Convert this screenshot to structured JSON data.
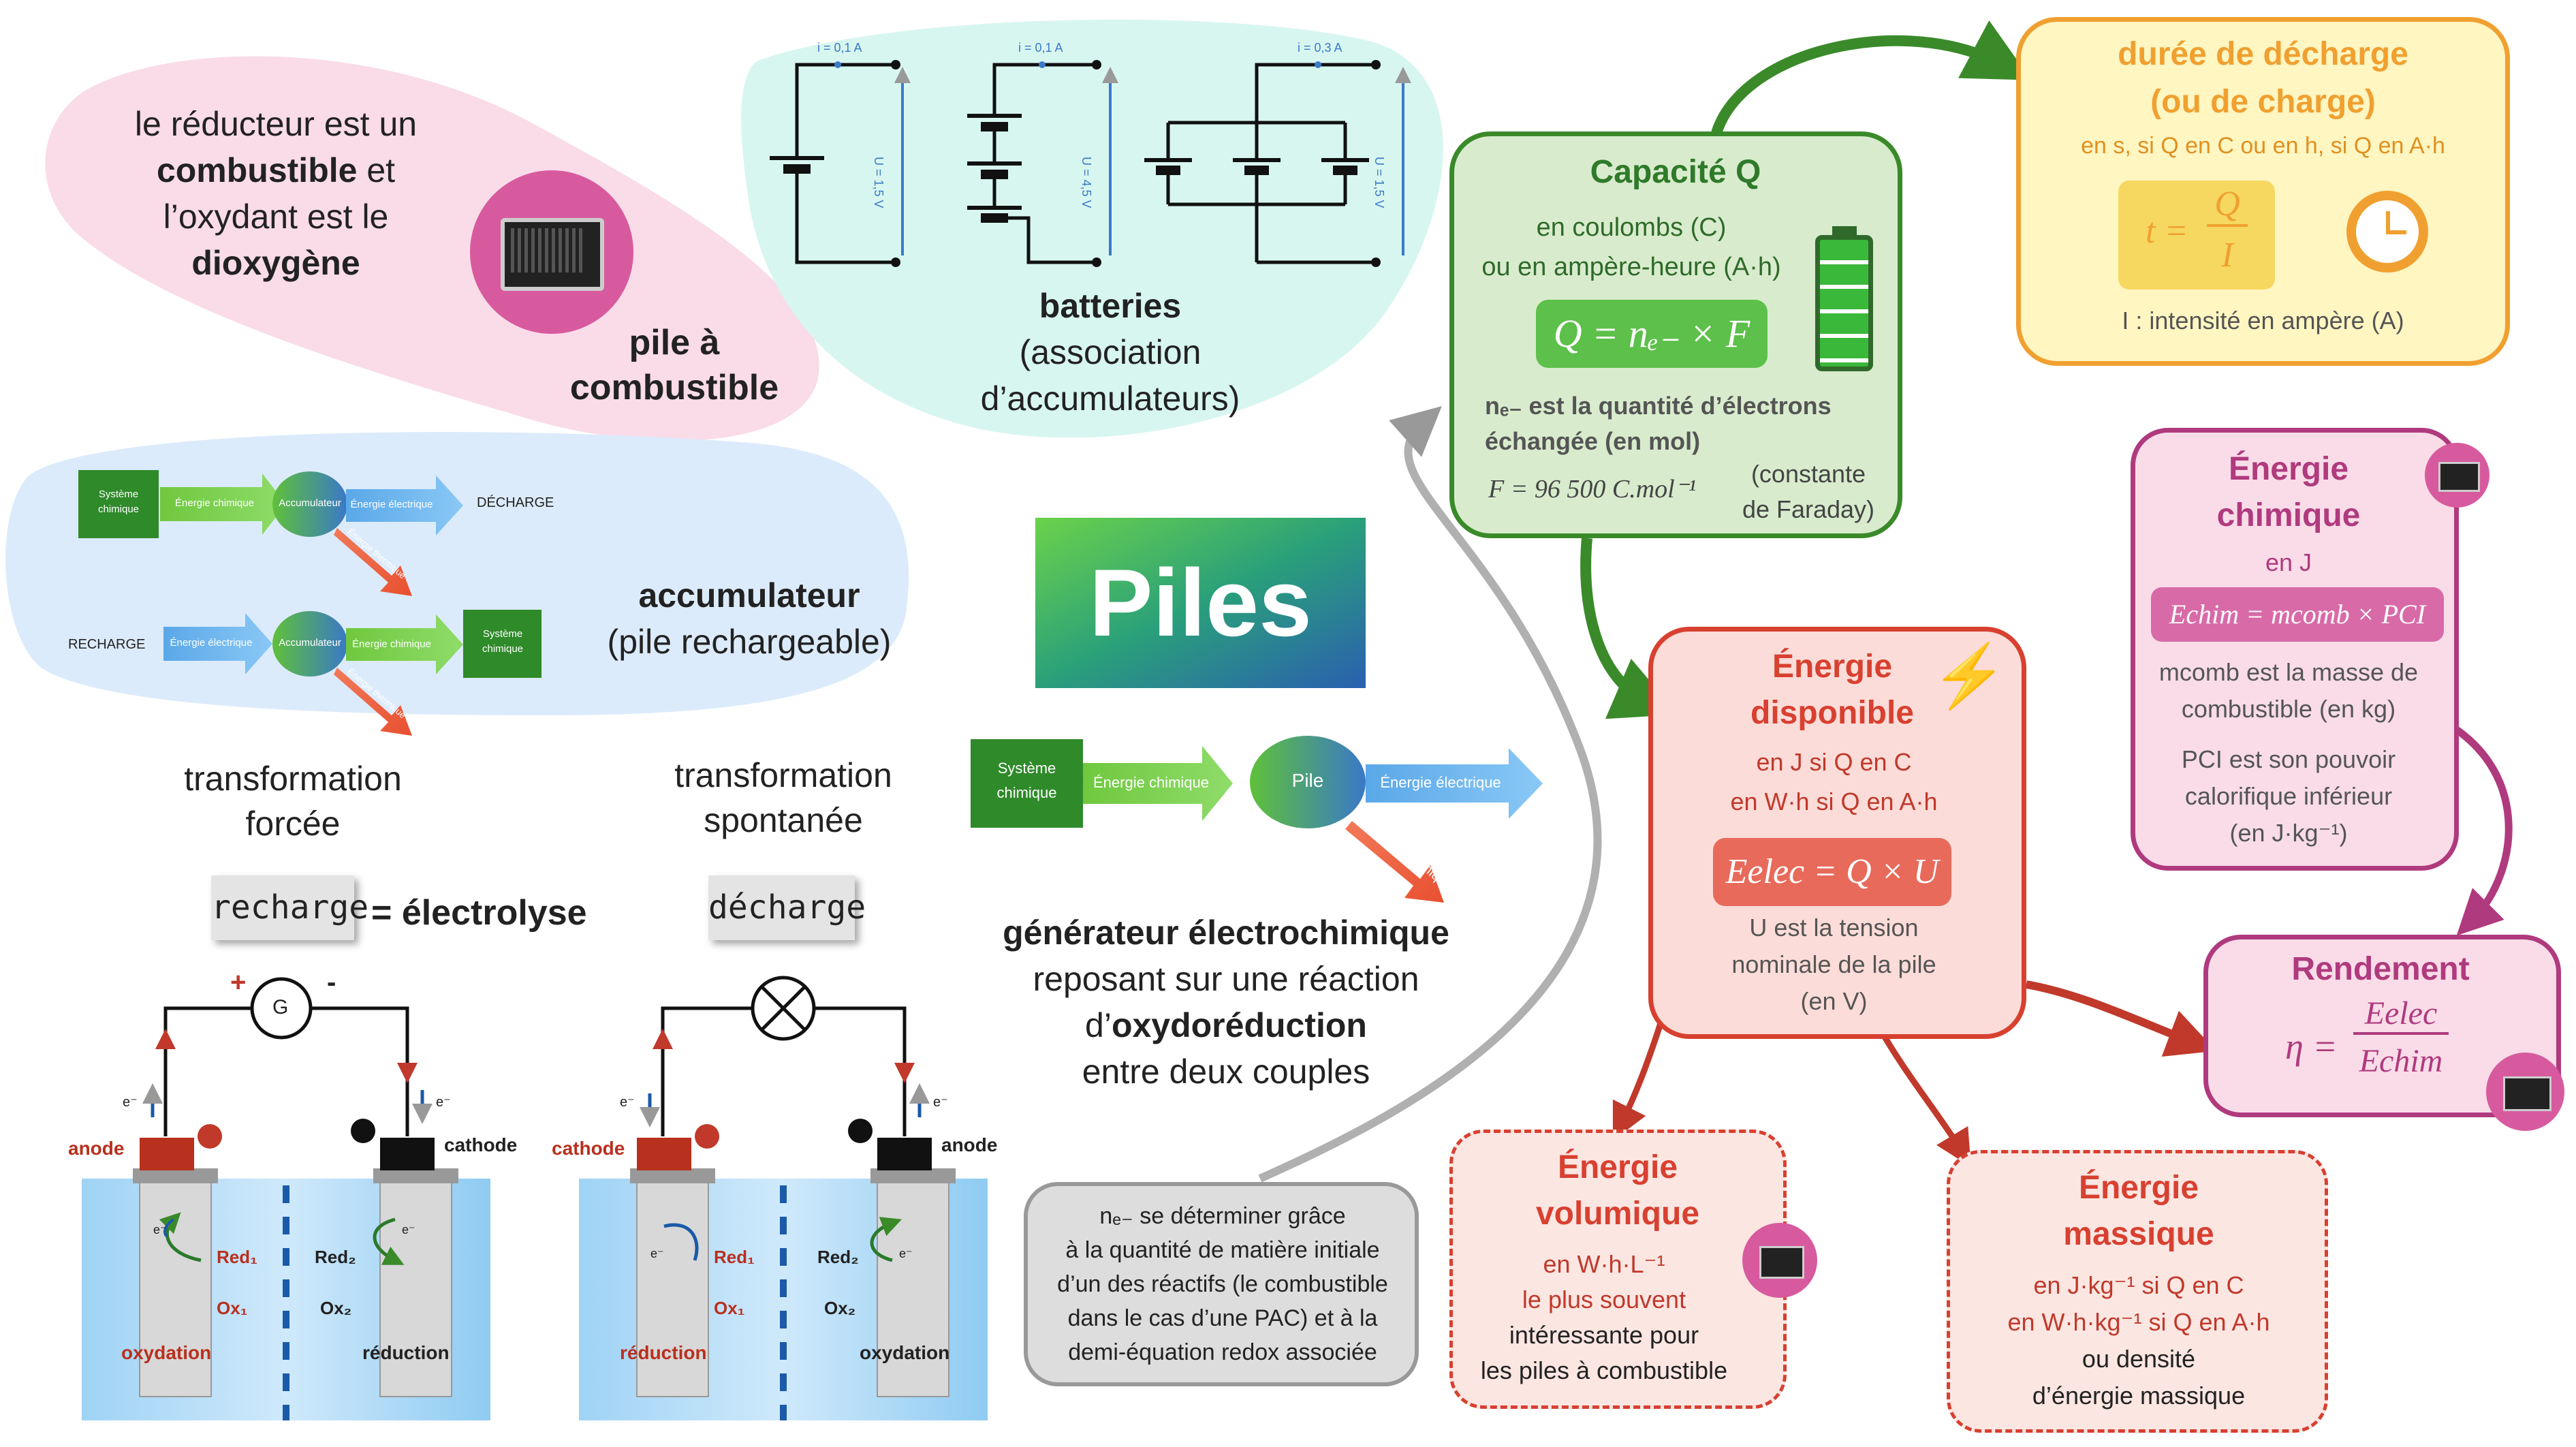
{
  "pile_combustible": {
    "text_pre": "le réducteur est un",
    "text_b1": "combustible",
    "text_mid": "et",
    "text_line3": "l’oxydant est le",
    "text_b2": "dioxygène",
    "title_l1": "pile à",
    "title_l2": "combustible"
  },
  "batteries": {
    "title": "batteries",
    "subtitle_l1": "(association",
    "subtitle_l2": "d’accumulateurs)",
    "circuit1": {
      "current": "i = 0,1 A",
      "voltage": "U = 1,5 V"
    },
    "circuit2": {
      "current": "i = 0,1 A",
      "voltage": "U = 4,5 V"
    },
    "circuit3": {
      "current": "i = 0,3 A",
      "voltage": "U = 1,5 V"
    }
  },
  "accumulateur": {
    "title": "accumulateur",
    "subtitle": "(pile rechargeable)",
    "decharge": {
      "box1": "Système chimique",
      "arrow1": "Énergie chimique",
      "node": "Accumulateur",
      "arrow2": "Énergie électrique",
      "arrow3": "Énergie thermique",
      "label": "DÉCHARGE"
    },
    "recharge": {
      "label": "RECHARGE",
      "arrow1": "Énergie électrique",
      "node": "Accumulateur",
      "arrow2": "Énergie chimique",
      "box2": "Système chimique",
      "arrow3": "Énergie thermique"
    }
  },
  "piles_banner": {
    "title": "Piles"
  },
  "generateur": {
    "box": "Système chimique",
    "arrow1": "Énergie chimique",
    "node": "Pile",
    "arrow2": "Énergie électrique",
    "arrow3": "Énergie thermique",
    "title": "générateur électrochimique",
    "line2": "reposant sur une réaction",
    "line3_pre": "d’",
    "line3_b": "oxydoréduction",
    "line4": "entre deux couples"
  },
  "transformation_forcee": {
    "l1": "transformation",
    "l2": "forcée",
    "tag": "recharge",
    "equals": "= électrolyse",
    "plus": "+",
    "minus": "-",
    "g": "G",
    "anode": "anode",
    "cathode": "cathode",
    "e1": "e⁻",
    "e2": "e⁻",
    "e3": "e⁻",
    "e4": "e⁻",
    "red1": "Red₁",
    "ox1": "Ox₁",
    "red2": "Red₂",
    "ox2": "Ox₂",
    "left_reaction": "oxydation",
    "right_reaction": "réduction"
  },
  "transformation_spontanee": {
    "l1": "transformation",
    "l2": "spontanée",
    "tag": "décharge",
    "cathode": "cathode",
    "anode": "anode",
    "e1": "e⁻",
    "e2": "e⁻",
    "e3": "e⁻",
    "e4": "e⁻",
    "red1": "Red₁",
    "ox1": "Ox₁",
    "red2": "Red₂",
    "ox2": "Ox₂",
    "left_reaction": "réduction",
    "right_reaction": "oxydation"
  },
  "capacite": {
    "title": "Capacité Q",
    "l1": "en coulombs (C)",
    "l2": "ou en ampère-heure (A·h)",
    "formula": "Q = nₑ₋ × F",
    "ne_text_l1": "nₑ₋ est la quantité d’électrons",
    "ne_text_l2": "échangée (en mol)",
    "f_text": "F = 96 500 C.mol⁻¹",
    "f_note_l1": "(constante",
    "f_note_l2": "de Faraday)"
  },
  "ne_note": {
    "l1": "nₑ₋ se déterminer grâce",
    "l2": "à la quantité de matière initiale",
    "l3": "d’un des réactifs (le combustible",
    "l4": "dans le cas d’une PAC) et à la",
    "l5": "demi-équation redox associée"
  },
  "duree": {
    "title_l1": "durée de décharge",
    "title_l2": "(ou de charge)",
    "units": "en s, si Q en C ou en h, si Q en A·h",
    "formula_t": "t =",
    "formula_num": "Q",
    "formula_den": "I",
    "note": "I : intensité en ampère (A)"
  },
  "energie_disponible": {
    "title_l1": "Énergie",
    "title_l2": "disponible",
    "l1": "en J si Q en C",
    "l2": "en W·h si Q en A·h",
    "formula": "Eelec = Q × U",
    "note_l1": "U est la tension",
    "note_l2": "nominale de la pile",
    "note_l3": "(en V)"
  },
  "energie_chimique": {
    "title_l1": "Énergie",
    "title_l2": "chimique",
    "unit": "en J",
    "formula": "Echim = mcomb × PCI",
    "note1_l1": "mcomb est la masse de",
    "note1_l2": "combustible (en kg)",
    "note2_l1": "PCI est son pouvoir",
    "note2_l2": "calorifique inférieur",
    "note2_l3": "(en J·kg⁻¹)"
  },
  "rendement": {
    "title": "Rendement",
    "eta": "η =",
    "num": "Eelec",
    "den": "Echim"
  },
  "energie_volumique": {
    "title_l1": "Énergie",
    "title_l2": "volumique",
    "l1": "en W·h·L⁻¹",
    "l2": "le plus souvent",
    "l3": "intéressante pour",
    "l4": "les piles à combustible"
  },
  "energie_massique": {
    "title_l1": "Énergie",
    "title_l2": "massique",
    "l1": "en J·kg⁻¹ si Q en C",
    "l2": "en W·h·kg⁻¹ si Q en A·h",
    "l3": "ou densité",
    "l4": "d’énergie massique"
  },
  "colors": {
    "green": "#3a8a2a",
    "orange": "#f0a030",
    "red": "#d84030",
    "magenta": "#b03a7e",
    "blue_bg": "#dcebfb",
    "pink_bg": "#f9dce8",
    "teal_bg": "#d8f6f0"
  }
}
